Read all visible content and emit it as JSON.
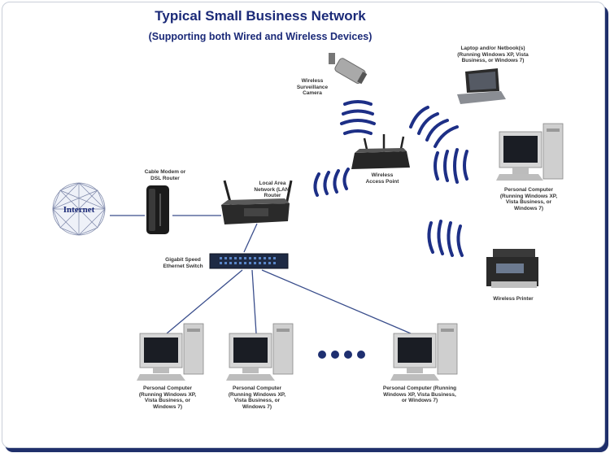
{
  "title": "Typical Small Business Network",
  "subtitle": "(Supporting both Wired and Wireless Devices)",
  "nodes": {
    "internet": "Internet",
    "modem": "Cable Modem or\nDSL Router",
    "router": "Local Area\nNetwork (LAN)\nRouter",
    "switch": "Gigabit Speed\nEthernet Switch",
    "access_point": "Wireless\nAccess Point",
    "camera": "Wireless\nSurveillance\nCamera",
    "laptop": "Laptop and/or Netbook(s)\n(Running Windows XP, Vista\nBusiness, or Windows 7)",
    "wireless_pc": "Personal Computer\n(Running Windows XP,\nVista Business, or\nWindows 7)",
    "printer": "Wireless Printer",
    "wired_pc_1": "Personal Computer\n(Running Windows XP,\nVista Business, or\nWindows 7)",
    "wired_pc_2": "Personal Computer\n(Running Windows XP,\nVista Business, or\nWindows 7)",
    "wired_pc_3": "Personal Computer (Running\nWindows XP, Vista Business,\nor Windows 7)"
  },
  "colors": {
    "title": "#1b2a78",
    "wave": "#1d2f86",
    "line": "#3a4e8c",
    "dots": "#1e2f70"
  }
}
